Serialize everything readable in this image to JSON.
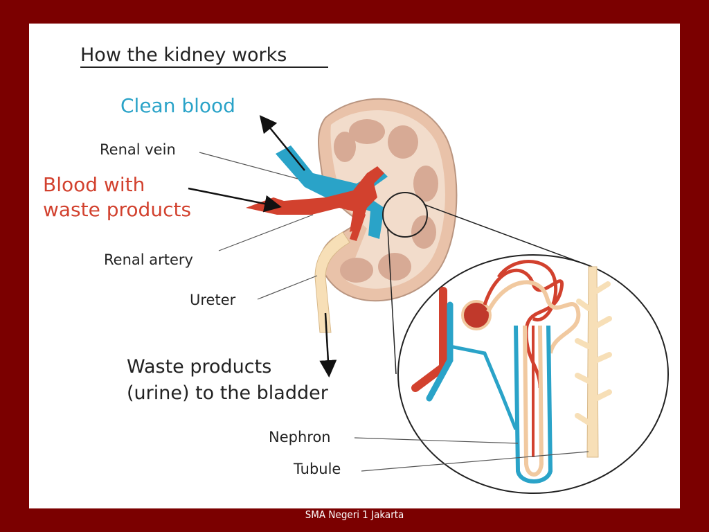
{
  "title": "How the kidney works",
  "labels": {
    "clean_blood": "Clean blood",
    "renal_vein": "Renal vein",
    "blood_waste_line1": "Blood with",
    "blood_waste_line2": "waste products",
    "renal_artery": "Renal artery",
    "ureter": "Ureter",
    "waste_line1": "Waste products",
    "waste_line2": "(urine) to the bladder",
    "nephron": "Nephron",
    "tubule": "Tubule"
  },
  "footer": "SMA Negeri 1 Jakarta",
  "colors": {
    "background": "#7b0000",
    "clean_blood": "#2aa3c8",
    "waste_blood": "#d2412e",
    "kidney": "#e8c1a8",
    "ureter": "#f7dfb7"
  }
}
